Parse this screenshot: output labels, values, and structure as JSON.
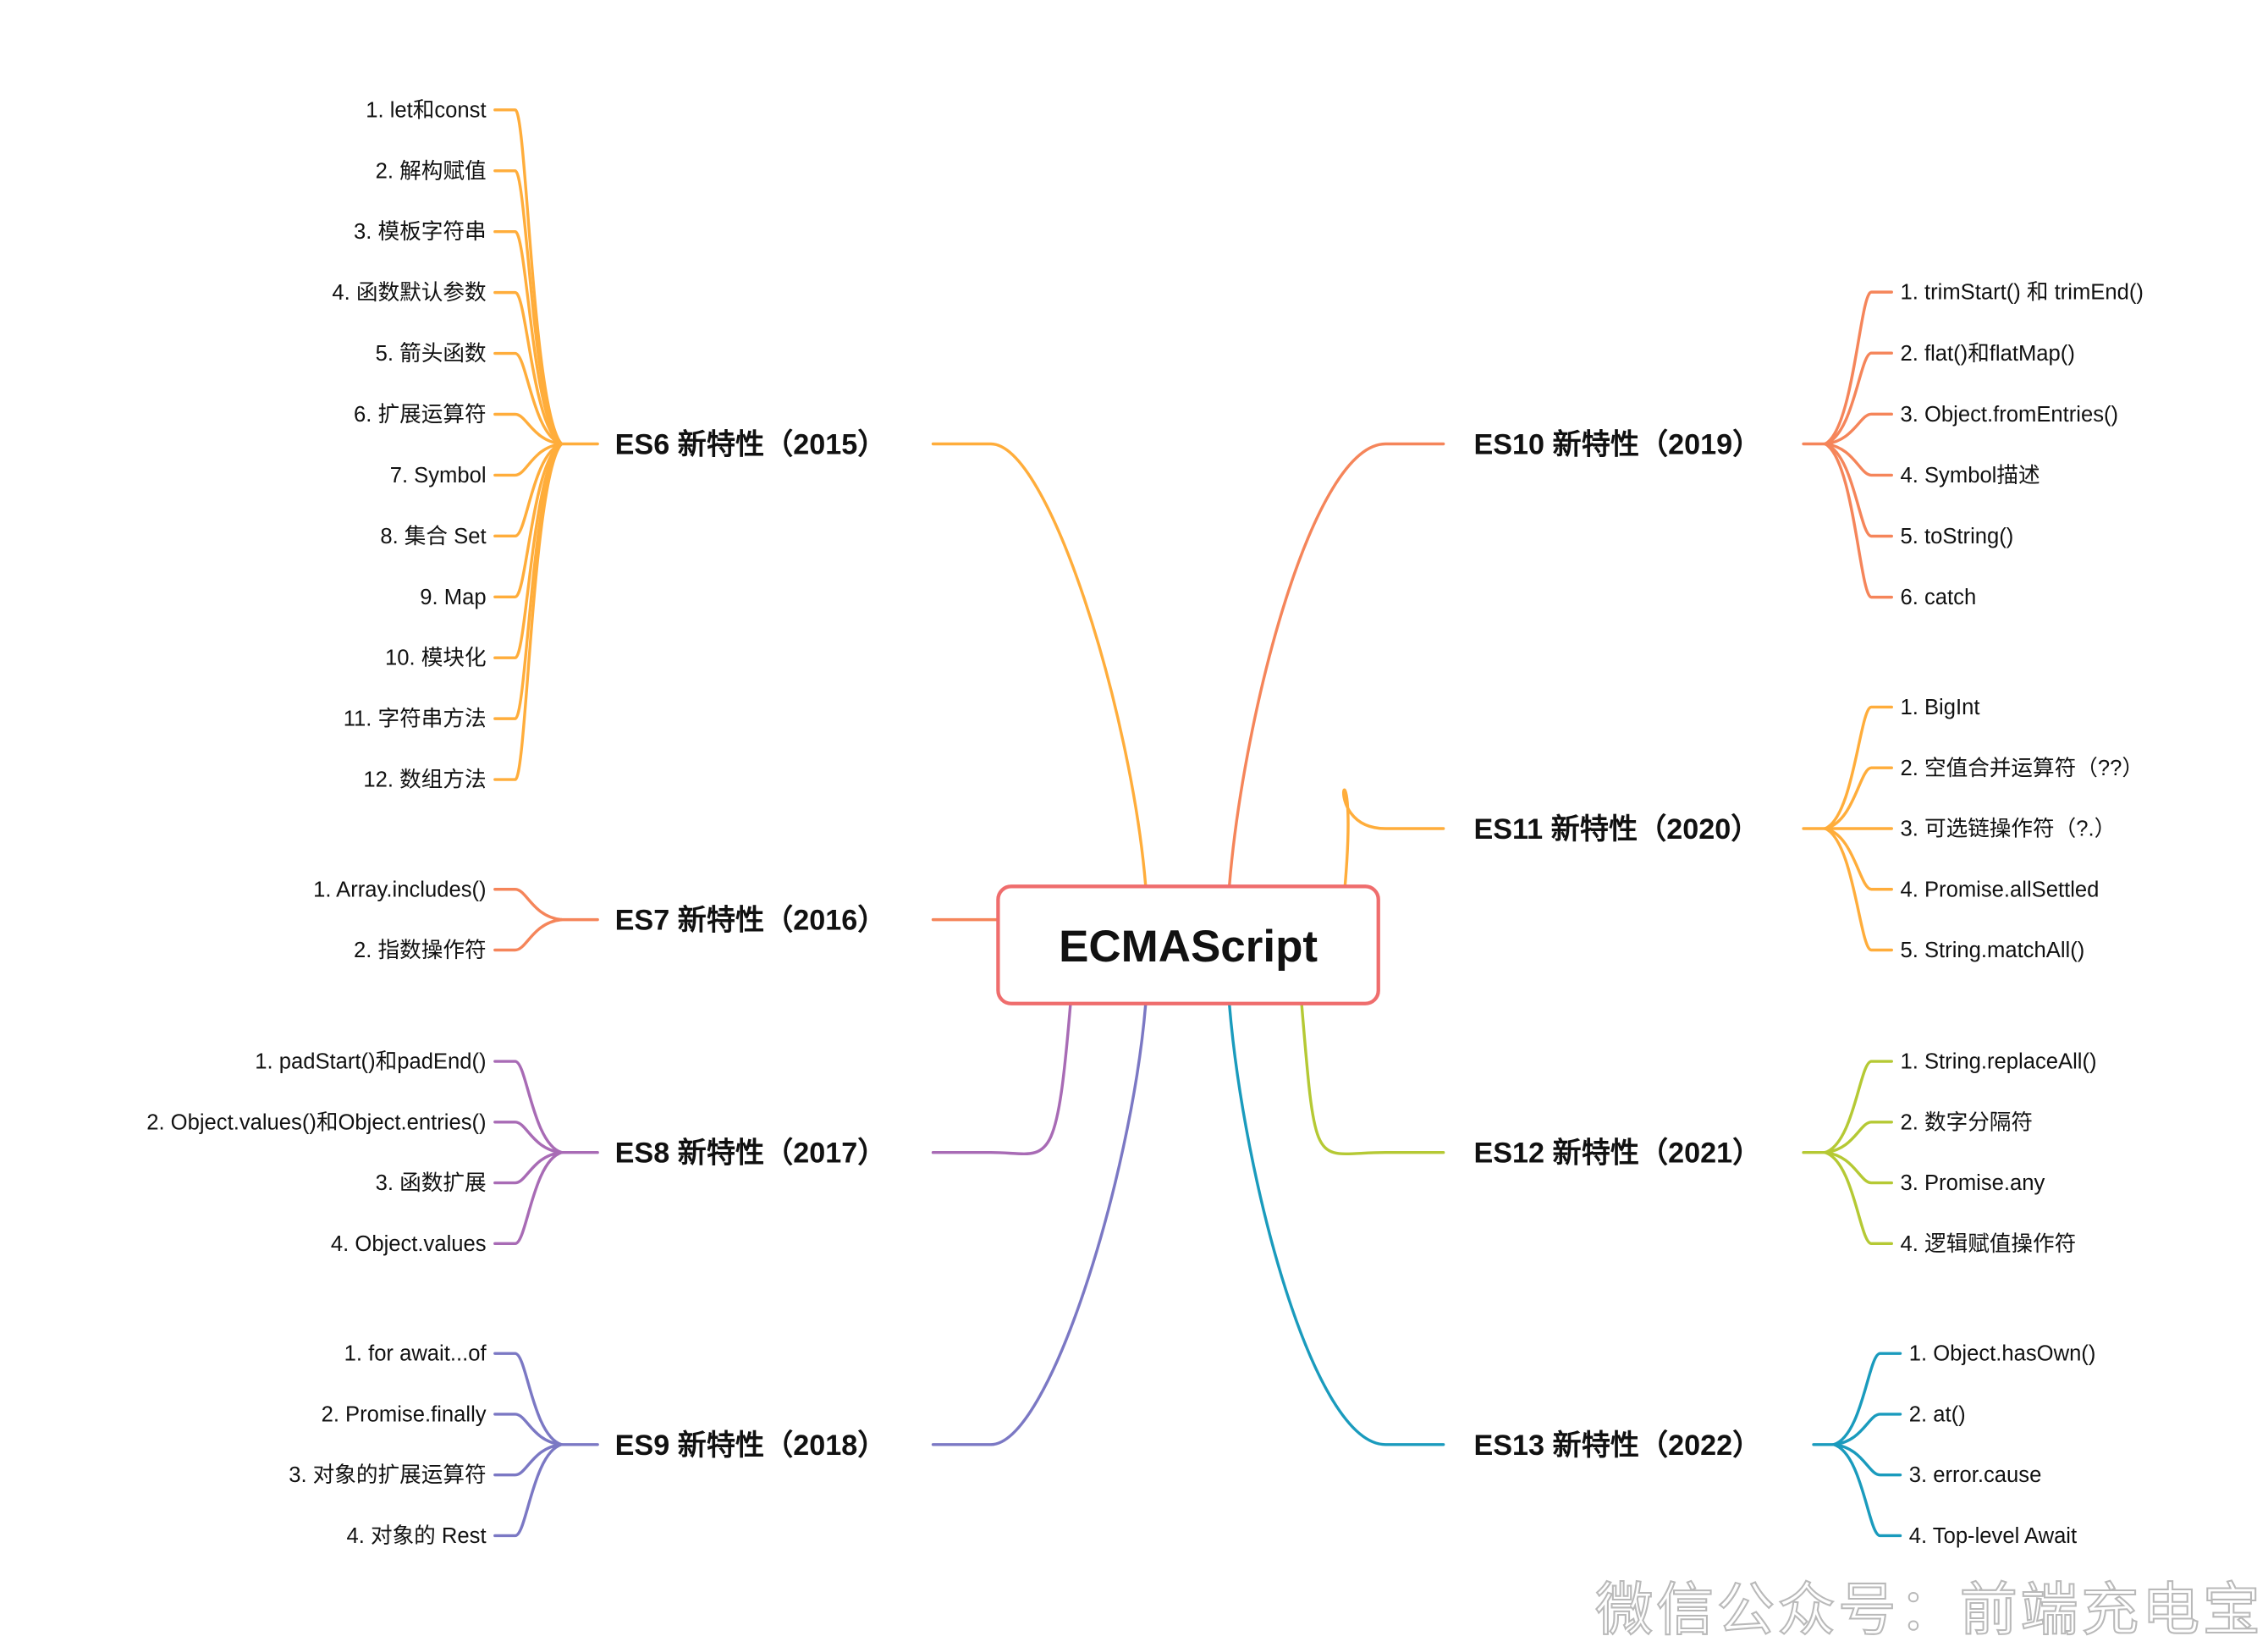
{
  "root": {
    "label": "ECMAScript",
    "border_color": "#ef6d6d"
  },
  "branches": [
    {
      "id": "es6",
      "label": "ES6 新特性（2015）",
      "color": "#ffad3b",
      "side": "left",
      "items": [
        "1. let和const",
        "2. 解构赋值",
        "3. 模板字符串",
        "4. 函数默认参数",
        "5. 箭头函数",
        "6. 扩展运算符",
        "7. Symbol",
        "8. 集合 Set",
        "9. Map",
        "10. 模块化",
        "11. 字符串方法",
        "12. 数组方法"
      ]
    },
    {
      "id": "es7",
      "label": "ES7 新特性（2016）",
      "color": "#f5855a",
      "side": "left",
      "items": [
        "1. Array.includes()",
        "2. 指数操作符"
      ]
    },
    {
      "id": "es8",
      "label": "ES8 新特性（2017）",
      "color": "#a86bb5",
      "side": "left",
      "items": [
        "1. padStart()和padEnd()",
        "2. Object.values()和Object.entries()",
        "3. 函数扩展",
        "4. Object.values"
      ]
    },
    {
      "id": "es9",
      "label": "ES9 新特性（2018）",
      "color": "#7b78c4",
      "side": "left",
      "items": [
        "1. for await...of",
        "2. Promise.finally",
        "3. 对象的扩展运算符",
        "4. 对象的 Rest"
      ]
    },
    {
      "id": "es10",
      "label": "ES10 新特性（2019）",
      "color": "#f5855a",
      "side": "right",
      "items": [
        "1. trimStart() 和 trimEnd()",
        "2. flat()和flatMap()",
        "3. Object.fromEntries()",
        "4. Symbol描述",
        "5. toString()",
        "6. catch"
      ]
    },
    {
      "id": "es11",
      "label": "ES11 新特性（2020）",
      "color": "#ffad3b",
      "side": "right",
      "items": [
        "1. BigInt",
        "2. 空值合并运算符（??）",
        "3. 可选链操作符（?.）",
        "4. Promise.allSettled",
        "5. String.matchAll()"
      ]
    },
    {
      "id": "es12",
      "label": "ES12 新特性（2021）",
      "color": "#b5c934",
      "side": "right",
      "items": [
        "1. String.replaceAll()",
        "2. 数字分隔符",
        "3. Promise.any",
        "4. 逻辑赋值操作符"
      ]
    },
    {
      "id": "es13",
      "label": "ES13 新特性（2022）",
      "color": "#1a9bbd",
      "side": "right",
      "items": [
        "1. Object.hasOwn()",
        "2. at()",
        "3. error.cause",
        "4. Top-level Await"
      ]
    }
  ],
  "watermark": "微信公众号：前端充电宝"
}
